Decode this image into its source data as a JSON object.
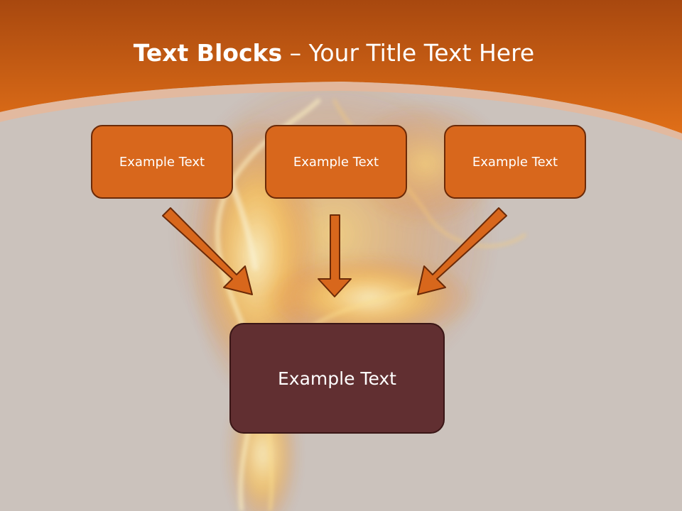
{
  "title": {
    "bold": "Text Blocks",
    "dash": " – ",
    "rest": "Your Title Text Here"
  },
  "boxes": {
    "top_left": "Example Text",
    "top_center": "Example Text",
    "top_right": "Example Text",
    "bottom": "Example Text"
  },
  "colors": {
    "header_orange": "#d8671c",
    "box_orange": "#d8671c",
    "box_dark": "#612f31",
    "background": "#cbc2bc"
  }
}
